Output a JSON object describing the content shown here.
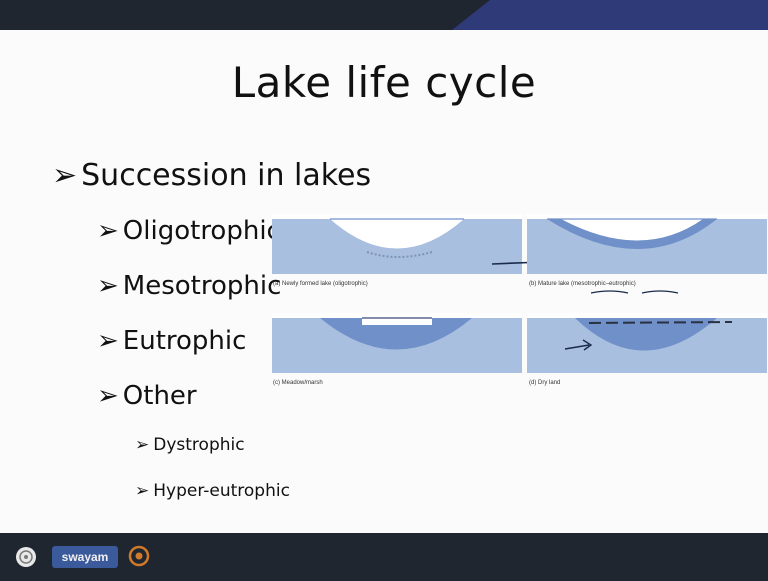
{
  "title": "Lake life cycle",
  "bullets": {
    "main": "Succession in lakes",
    "sub": [
      "Oligotrophic",
      "Mesotrophic",
      "Eutrophic",
      "Other"
    ],
    "subsub": [
      "Dystrophic",
      "Hyper-eutrophic"
    ]
  },
  "figure": {
    "captions": [
      "(a) Newly formed lake (oligotrophic)",
      "(b) Mature lake (mesotrophic–eutrophic)",
      "(c) Meadow/marsh",
      "(d) Dry land"
    ]
  },
  "footer": {
    "logo_text": "swayam"
  },
  "colors": {
    "header_dark": "#20262f",
    "header_blue": "#2f3b78",
    "water": "#a9bfe0",
    "basin": "#6f90c8"
  }
}
